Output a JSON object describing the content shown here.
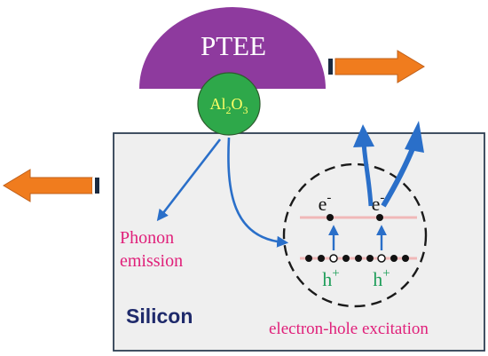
{
  "labels": {
    "cap": "PTEE",
    "ball_base": "Al",
    "ball_sub1": "2",
    "ball_mid": "O",
    "ball_sub2": "3",
    "substrate": "Silicon",
    "phonon_line1": "Phonon",
    "phonon_line2": "emission",
    "excitation": "electron-hole excitation",
    "electron": "e",
    "electron_sup": "-",
    "hole": "h",
    "hole_sup": "+"
  },
  "colors": {
    "cap": "#8e3a9e",
    "ball": "#2ea84a",
    "ball_text": "#ffff66",
    "box_fill": "#efefef",
    "box_stroke": "#2d3e52",
    "arrow_blue": "#2a6fc9",
    "arrow_orange": "#f07c1e",
    "pink_text": "#e0207a",
    "hole_text": "#1f9e5a",
    "silicon_text": "#1f2a6b",
    "band_line": "#f0b8b8"
  },
  "icons": {
    "right_arrow": "block-arrow-right-icon",
    "left_arrow": "block-arrow-left-icon"
  }
}
